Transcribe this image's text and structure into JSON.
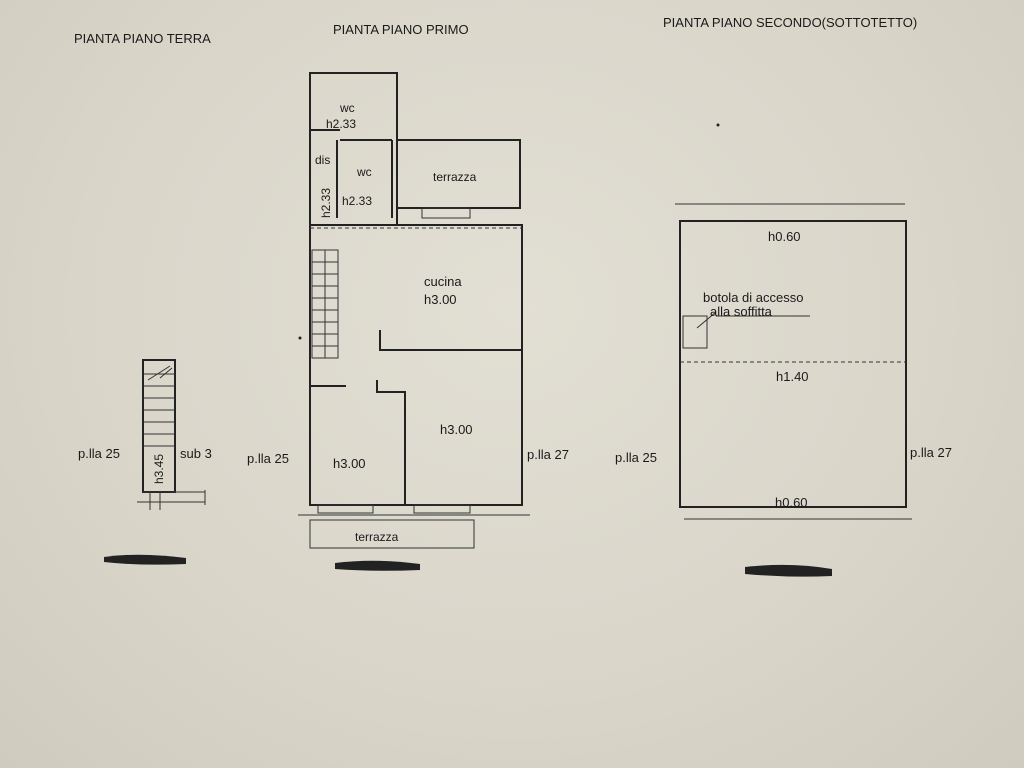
{
  "titles": {
    "ground": "PIANTA PIANO TERRA",
    "first": "PIANTA PIANO PRIMO",
    "second": "PIANTA PIANO SECONDO(SOTTOTETTO)"
  },
  "ground_floor": {
    "left_parcel": "p.lla 25",
    "sub": "sub 3",
    "height": "h3.45"
  },
  "first_floor": {
    "wc_top": "wc",
    "wc_top_h": "h2.33",
    "dis": "dis",
    "dis_h": "h2.33",
    "wc_mid": "wc",
    "wc_mid_h": "h2.33",
    "terrazza_top": "terrazza",
    "cucina": "cucina",
    "cucina_h": "h3.00",
    "room_left_h": "h3.00",
    "room_right_h": "h3.00",
    "terrazza_bottom": "terrazza",
    "left_parcel": "p.lla 25",
    "right_parcel": "p.lla 27"
  },
  "second_floor": {
    "h_top": "h0.60",
    "botola_1": "botola di accesso",
    "botola_2": "alla soffitta",
    "h_mid": "h1.40",
    "h_bottom": "h0.60",
    "left_parcel": "p.lla 25",
    "right_parcel": "p.lla 27"
  }
}
